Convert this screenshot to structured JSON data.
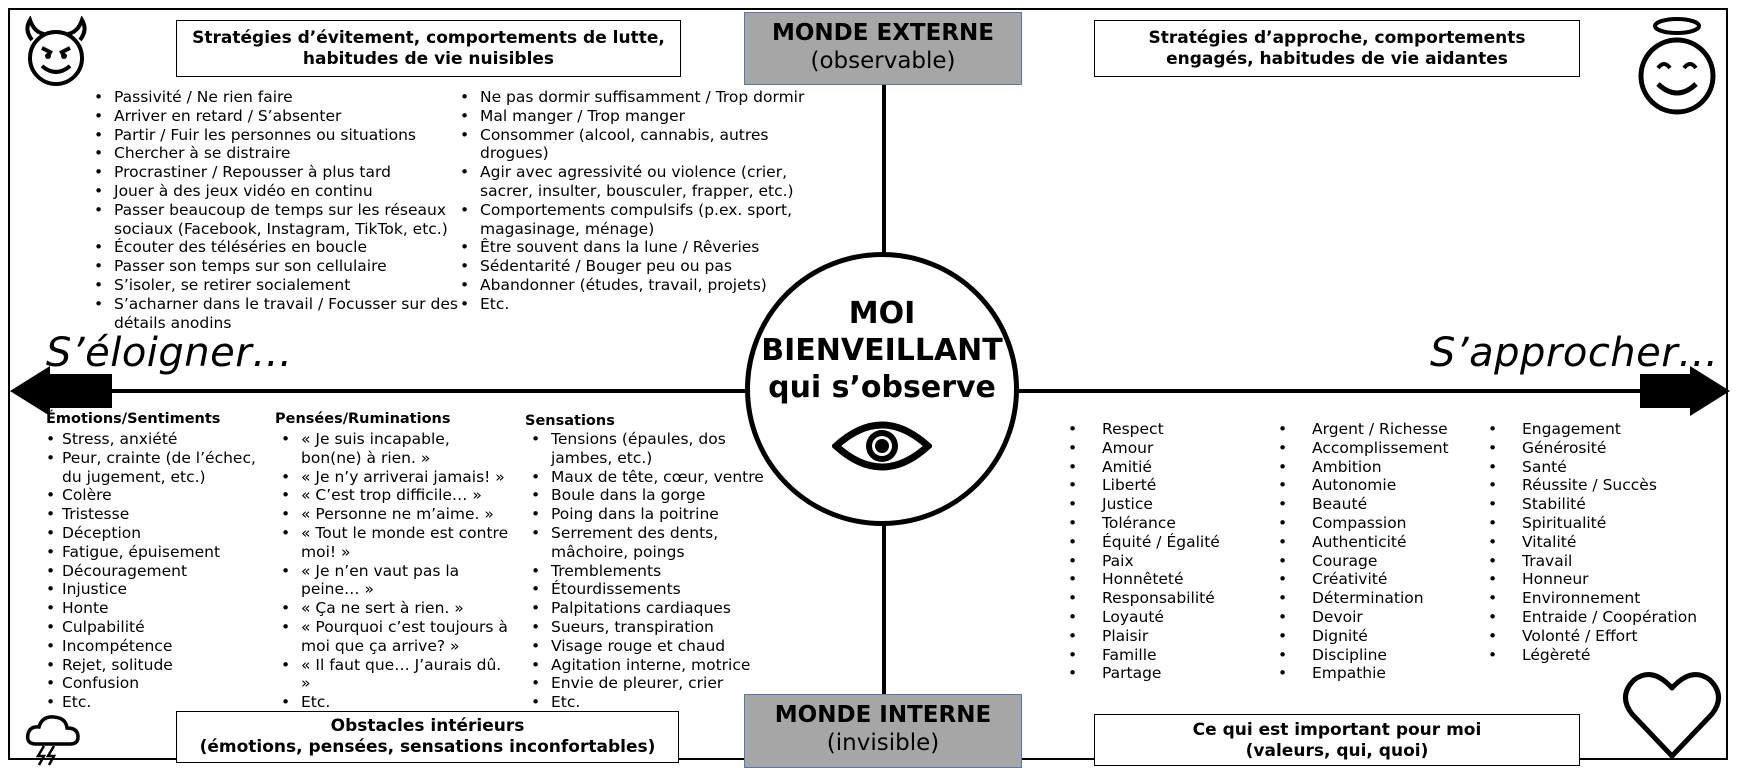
{
  "top": {
    "left_box": "Stratégies d’évitement, comportements de lutte, habitudes de vie nuisibles",
    "right_box": "Stratégies d’approche, comportements engagés, habitudes de vie aidantes",
    "center_title": "MONDE EXTERNE",
    "center_sub": "(observable)"
  },
  "bottom": {
    "left_box_title": "Obstacles intérieurs",
    "left_box_sub": "(émotions, pensées, sensations inconfortables)",
    "right_box_title": "Ce qui est important pour moi",
    "right_box_sub": "(valeurs, qui, quoi)",
    "center_title": "MONDE INTERNE",
    "center_sub": "(invisible)"
  },
  "left_arrow_label": "S’éloigner…",
  "right_arrow_label": "S’approcher…",
  "center": {
    "line1": "MOI",
    "line2": "BIENVEILLANT",
    "line3": "qui s’observe"
  },
  "avoidance_col1": [
    "Passivité / Ne rien faire",
    "Arriver en retard / S’absenter",
    "Partir / Fuir les personnes ou situations",
    "Chercher à se distraire",
    "Procrastiner / Repousser à plus tard",
    "Jouer à des jeux vidéo en continu",
    "Passer beaucoup de temps sur les réseaux sociaux (Facebook, Instagram, TikTok, etc.)",
    "Écouter des téléséries en boucle",
    "Passer son temps sur son cellulaire",
    "S’isoler, se retirer socialement",
    "S’acharner dans le travail / Focusser sur des détails anodins"
  ],
  "avoidance_col2": [
    "Ne pas dormir suffisamment / Trop dormir",
    "Mal manger / Trop manger",
    "Consommer (alcool, cannabis, autres drogues)",
    "Agir avec agressivité ou violence (crier, sacrer, insulter, bousculer, frapper, etc.)",
    "Comportements compulsifs (p.ex. sport, magasinage, ménage)",
    "Être souvent dans la lune / Rêveries",
    "Sédentarité / Bouger peu ou pas",
    "Abandonner (études, travail, projets)",
    "Etc."
  ],
  "emotions": {
    "heading": "Émotions/Sentiments",
    "items": [
      "Stress, anxiété",
      "Peur, crainte (de l’échec, du jugement, etc.)",
      "Colère",
      "Tristesse",
      "Déception",
      "Fatigue, épuisement",
      "Découragement",
      "Injustice",
      "Honte",
      "Culpabilité",
      "Incompétence",
      "Rejet, solitude",
      "Confusion",
      "Etc."
    ]
  },
  "thoughts": {
    "heading": "Pensées/Ruminations",
    "items": [
      "« Je suis incapable, bon(ne) à rien. »",
      "« Je n’y arriverai jamais! »",
      "« C’est trop difficile… »",
      "« Personne ne m’aime. »",
      "« Tout le monde est contre moi! »",
      "« Je n’en vaut pas la peine… »",
      "« Ça ne sert à rien. »",
      "« Pourquoi c’est toujours à moi que ça arrive? »",
      "« Il faut que… J’aurais dû. »",
      "Etc."
    ]
  },
  "sensations": {
    "heading": "Sensations",
    "items": [
      "Tensions (épaules, dos jambes, etc.)",
      "Maux de tête, cœur, ventre",
      "Boule dans la gorge",
      "Poing dans la poitrine",
      "Serrement des dents, mâchoire, poings",
      "Tremblements",
      "Étourdissements",
      "Palpitations cardiaques",
      "Sueurs, transpiration",
      "Visage rouge et chaud",
      "Agitation interne, motrice",
      "Envie de pleurer, crier",
      "Etc."
    ]
  },
  "values_col1": [
    "Respect",
    "Amour",
    "Amitié",
    "Liberté",
    "Justice",
    "Tolérance",
    "Équité / Égalité",
    "Paix",
    "Honnêteté",
    "Responsabilité",
    "Loyauté",
    "Plaisir",
    "Famille",
    "Partage"
  ],
  "values_col2": [
    "Argent / Richesse",
    "Accomplissement",
    "Ambition",
    "Autonomie",
    "Beauté",
    "Compassion",
    "Authenticité",
    "Courage",
    "Créativité",
    "Détermination",
    "Devoir",
    "Dignité",
    "Discipline",
    "Empathie"
  ],
  "values_col3": [
    "Engagement",
    "Générosité",
    "Santé",
    "Réussite / Succès",
    "Stabilité",
    "Spiritualité",
    "Vitalité",
    "Travail",
    "Honneur",
    "Environnement",
    "Entraide / Coopération",
    "Volonté / Effort",
    "Légèreté"
  ],
  "icons": [
    "devil-icon",
    "angel-icon",
    "storm-cloud-icon",
    "heart-icon",
    "eye-icon"
  ]
}
